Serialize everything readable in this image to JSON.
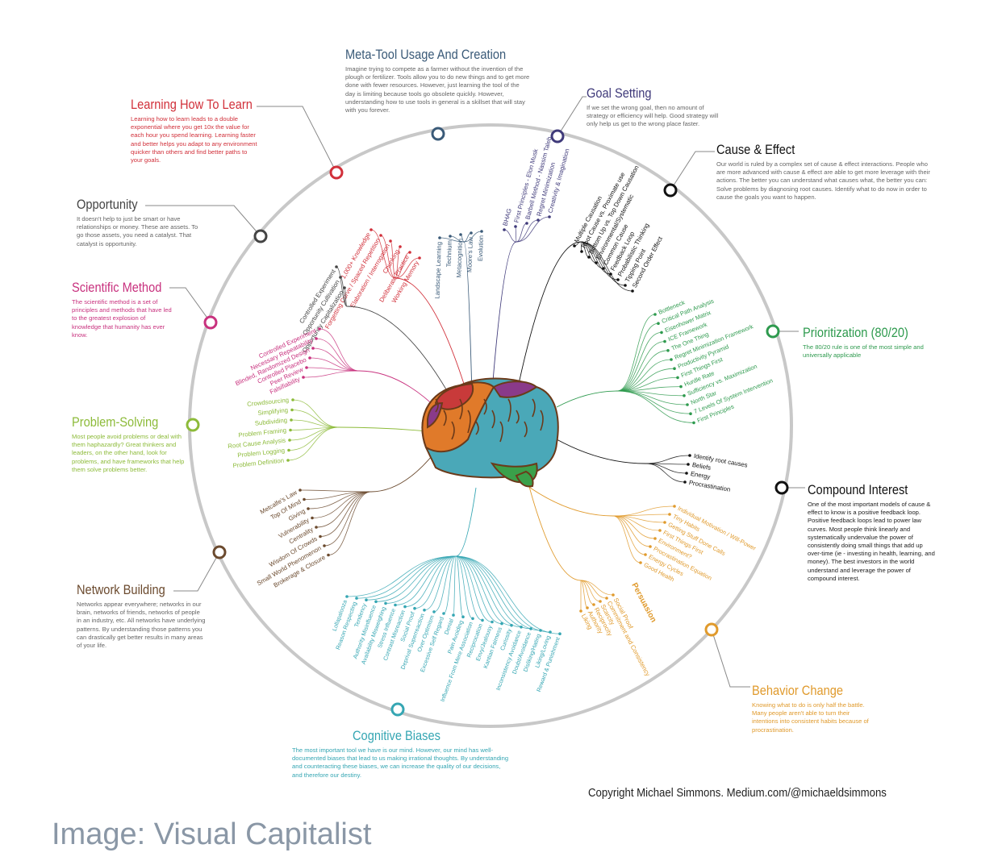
{
  "categories": {
    "meta_tool": {
      "title": "Meta-Tool Usage And Creation",
      "desc": "Imagine trying to compete as a farmer without the invention of the plough or fertilizer. Tools allow you to do new things and to get more done with fewer resources. However, just learning the tool of the day is limiting because tools go obsolete quickly. However, understanding how to use tools in general is a skillset that will stay with you forever.",
      "color": "#3a5a78"
    },
    "goal": {
      "title": "Goal Setting",
      "desc": "If we set the wrong goal, then no amount of strategy or efficiency will help. Good strategy will only help us get to the wrong place faster.",
      "color": "#3f3a7a"
    },
    "learning": {
      "title": "Learning How To Learn",
      "desc": "Learning how to learn leads to a double exponential where you get 10x the value for each hour you spend learning. Learning faster and better helps you adapt to any environment quicker than others and find better paths to your goals.",
      "color": "#d1303a"
    },
    "cause": {
      "title": "Cause & Effect",
      "desc": "Our world is ruled by a complex set of cause & effect interactions. People who are more advanced with cause & effect are able to get more leverage with their actions. The better you can understand what causes what, the better you can: Solve problems by diagnosing root causes. Identify what to do now in order to cause the goals you want to happen.",
      "color": "#111111"
    },
    "opportunity": {
      "title": "Opportunity",
      "desc": "It doesn't help to just be smart or have relationships or money. These are assets. To go those assets, you need a catalyst. That catalyst is opportunity.",
      "color": "#444444"
    },
    "scientific": {
      "title": "Scientific Method",
      "desc": "The scientific method is a set of principles and methods that have led to the greatest explosion of knowledge that humanity has ever know.",
      "color": "#c8317e"
    },
    "prioritization": {
      "title": "Prioritization (80/20)",
      "desc": "The 80/20 rule is one of the most simple and universally applicable",
      "color": "#2e9a4e"
    },
    "problem": {
      "title": "Problem-Solving",
      "desc": "Most people avoid problems or deal with them haphazardly? Great thinkers and leaders, on the other hand, look for problems, and have frameworks that help them solve problems better.",
      "color": "#8dbb3a"
    },
    "compound": {
      "title": "Compound Interest",
      "desc": "One of the most important models of cause & effect to know is a positive feedback loop. Positive feedback loops lead to power law curves. Most people think linearly and systematically undervalue the power of consistently doing small things that add up over-time (ie - investing in health, learning, and money). The best investors in the world understand and leverage the power of compound interest.",
      "color": "#111111"
    },
    "network": {
      "title": "Network Building",
      "desc": "Networks appear everywhere; networks in our brain, networks of friends, networks of people in an industry, etc. All networks have underlying patterns. By understanding those patterns you can drastically get better results in many areas of your life.",
      "color": "#6b4a2e"
    },
    "behavior": {
      "title": "Behavior Change",
      "desc": "Knowing what to do is only half the battle. Many people aren't able to turn their intentions into consistent habits because of procrastination.",
      "color": "#e09a2c"
    },
    "cognitive": {
      "title": "Cognitive Biases",
      "desc": "The most important tool we have is our mind. However, our mind has well-documented biases that lead to us making irrational thoughts. By understanding and counteracting these biases, we can increase the quality of our decisions, and therefore our destiny.",
      "color": "#35a6b3"
    }
  },
  "branches": {
    "learning": {
      "color": "#d1303a",
      "items": [
        "Working Memory",
        "Deliberate Practice",
        "Chunking",
        "Elaboration / Interrogation",
        "Forgetting Curve / Spaced Repetition",
        "1,000+ Knowledge"
      ]
    },
    "meta_tool": {
      "color": "#3a5a78",
      "items": [
        "Landscape Learning",
        "Technium",
        "Metacognition",
        "Moore's Law",
        "Evolution"
      ]
    },
    "goal": {
      "color": "#3f3a7a",
      "items": [
        "BHAG",
        "First Principles - Elon Musk",
        "Barbell Method - Nassim Taleb",
        "Regret Minimization",
        "Creativity & Imagination"
      ]
    },
    "cause": {
      "color": "#111111",
      "items": [
        "Multiple Causation",
        "Root Cause vs. Proximate use",
        "Bottom Up vs. Top Down Causation",
        "Environmental/Systematic",
        "Common Cause",
        "Feedback Loop",
        "Probabilistic Thinking",
        "Tipping Point",
        "Second Order Effect"
      ]
    },
    "opportunity": {
      "color": "#444444",
      "items": [
        "Opportunity Capitalization",
        "Opportunity Cultivation",
        "Controlled Experiment"
      ]
    },
    "scientific": {
      "color": "#c8317e",
      "items": [
        "Controlled Experiment",
        "Necessary Repeatability",
        "Blinded, Randomized Design",
        "Controlled Placebo",
        "Peer Review",
        "Falsifiability"
      ]
    },
    "prioritization": {
      "color": "#2e9a4e",
      "items": [
        "Bottleneck",
        "Critical Path Analysis",
        "Eisenhower Matrix",
        "ICE Framework",
        "The One Thing",
        "Regret Minimization Framework",
        "Productivity Pyramid",
        "First Things First",
        "Hurdle Rate",
        "Sufficiency vs. Maximization",
        "North Star",
        "7 Levels Of System Intervention",
        "First Principles"
      ]
    },
    "problem": {
      "color": "#8dbb3a",
      "items": [
        "Crowdsourcing",
        "Simplifying",
        "Subdividing",
        "Problem Framing",
        "Root Cause Analysis",
        "Problem Logging",
        "Problem Definition"
      ]
    },
    "compound": {
      "color": "#111111",
      "items": [
        "Identify root causes",
        "Beliefs",
        "Energy",
        "Procrastination"
      ]
    },
    "network": {
      "color": "#6b4a2e",
      "items": [
        "Metcalfe's Law",
        "Top Of Mind",
        "Giving",
        "Vulnerability",
        "Centrality",
        "Wisdom Of Crowds",
        "Small World Phenomenon",
        "Brokerage & Closure"
      ]
    },
    "behavior": {
      "color": "#e09a2c",
      "items": [
        "Individual Motivation / Will-Power",
        "Tiny Habits",
        "Getting Stuff Done Calls",
        "First Things First",
        "Environment?",
        "Procrastination Equation",
        "Energy Cycles",
        "Good Health"
      ]
    },
    "persuasion": {
      "label": "Persuasion",
      "color": "#e09a2c",
      "items": [
        "Social Proof",
        "Commitment and Consistency",
        "Scarcity",
        "Reciprocity",
        "Authority",
        "Liking"
      ]
    },
    "cognitive": {
      "color": "#35a6b3",
      "items": [
        "Lollapalooza",
        "Reason Respecting",
        "Tendency",
        "Authority Misinfluence",
        "Availability Misweighing",
        "Stress Influence",
        "Contrast Misreaction",
        "Social Proof",
        "Deprival Superreaction",
        "Over Optimism",
        "Excessive Self Regard",
        "Denial",
        "Pain Avoiding",
        "Influence From Mere Association",
        "Reciprocation",
        "Envy/Jealousy",
        "Kantian Fairness",
        "Curiosity",
        "Inconsistency Avoidance",
        "Doubt/Avoidance",
        "Disliking/Hating",
        "Liking/Loving",
        "Reward & Punishment"
      ]
    }
  },
  "brain": {
    "colors": [
      "#c83a3a",
      "#e07a2a",
      "#4aa8b8",
      "#8a3a8a",
      "#3aa04a",
      "#2a7a98"
    ]
  },
  "copyright": "Copyright Michael Simmons. Medium.com/@michaeldsimmons",
  "credit": "Image: Visual Capitalist"
}
